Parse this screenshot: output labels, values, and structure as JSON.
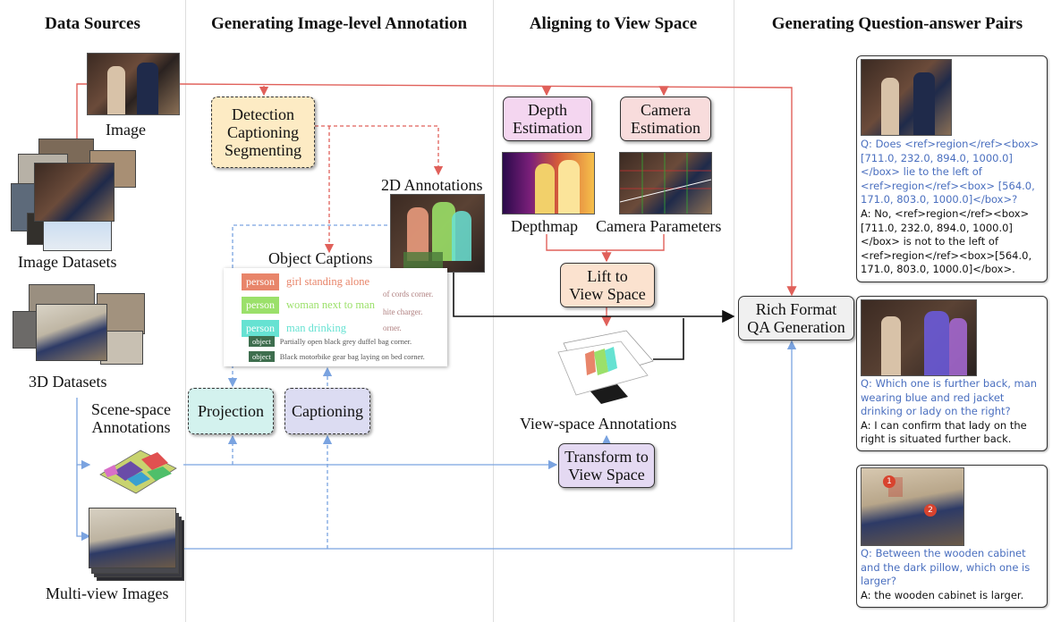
{
  "headers": {
    "data_sources": "Data Sources",
    "image_annotation": "Generating Image-level Annotation",
    "view_space": "Aligning to View Space",
    "qa_pairs": "Generating Question-answer Pairs"
  },
  "labels": {
    "image": "Image",
    "image_datasets": "Image Datasets",
    "datasets_3d": "3D Datasets",
    "scene_space_1": "Scene-space",
    "scene_space_2": "Annotations",
    "multi_view": "Multi-view Images",
    "annotations_2d": "2D Annotations",
    "object_captions": "Object Captions",
    "depthmap": "Depthmap",
    "camera_parameters": "Camera Parameters",
    "view_space_annotations": "View-space Annotations"
  },
  "boxes": {
    "detection": [
      "Detection",
      "Captioning",
      "Segmenting"
    ],
    "depth": [
      "Depth",
      "Estimation"
    ],
    "camera": [
      "Camera",
      "Estimation"
    ],
    "lift": [
      "Lift to",
      "View Space"
    ],
    "transform": [
      "Transform to",
      "View Space"
    ],
    "projection": "Projection",
    "captioning": "Captioning",
    "rich": [
      "Rich Format",
      "QA Generation"
    ]
  },
  "captions": [
    {
      "tag": "person",
      "text": "girl standing alone",
      "color": "#e8856a"
    },
    {
      "tag": "person",
      "text": "woman next to man",
      "color": "#9be06a"
    },
    {
      "tag": "person",
      "text": "man drinking",
      "color": "#66e2d2"
    }
  ],
  "caption_fragments": [
    "of cords corner.",
    "hite charger.",
    "orner."
  ],
  "captions_small": [
    {
      "tag": "object",
      "text": "Partially open black grey duffel bag corner."
    },
    {
      "tag": "object",
      "text": "Black motorbike gear bag laying on bed corner."
    }
  ],
  "qa": [
    {
      "q": "Q: Does <ref>region</ref><box>[711.0, 232.0, 894.0, 1000.0]</box> lie to the left of <ref>region</ref><box> [564.0, 171.0, 803.0, 1000.0]</box>?",
      "a": "A: No, <ref>region</ref><box>[711.0, 232.0, 894.0, 1000.0]</box> is not to the left of <ref>region</ref><box>[564.0, 171.0, 803.0, 1000.0]</box>."
    },
    {
      "q": "Q: Which one is further back, man wearing blue and red jacket drinking or lady on the right?",
      "a": "A: I can confirm that lady on the right is situated further back."
    },
    {
      "q": "Q: Between the wooden cabinet and the dark pillow, which one is larger?",
      "a": "A: the wooden cabinet is larger."
    }
  ],
  "markers": [
    "1",
    "2"
  ],
  "colors": {
    "red_arrow": "#e0605a",
    "blue_arrow": "#7aa3e0",
    "black_arrow": "#111111",
    "detection_fill": "#fdebc4",
    "depth_fill": "#f4d6f0",
    "camera_fill": "#f8dcdc",
    "lift_fill": "#fbe2cf",
    "transform_fill": "#e4d9f2",
    "projection_fill": "#d3f2ee",
    "captioning_fill": "#dcdcf2",
    "rich_fill": "#f0f0f0",
    "question_text": "#4a6fbf"
  }
}
